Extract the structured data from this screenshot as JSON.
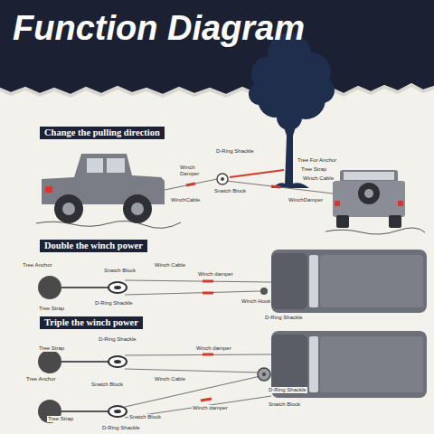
{
  "diagram": {
    "title": "Function Diagram",
    "nodes": [
      {
        "text": [
          "Change the pulling direction"
        ]
      },
      {
        "text": [
          "Double the winch power"
        ]
      },
      {
        "text": [
          "Triple the winch power"
        ]
      }
    ],
    "labels": [
      "D-Ring Shackle",
      "Tree For Anchor",
      "Tree Strap",
      "Winch Damper",
      "Winch Cable",
      "WinchCable",
      "Snatch Block",
      "WinchDamper",
      "Tree Anchor",
      "Snatch Block",
      "Winch Cable",
      "Winch damper",
      "D-Ring Shackle",
      "Tree Strap",
      "Winch Hook",
      "D-Ring Shackle",
      "D-Ring Shackle",
      "Tree Strap",
      "Winch damper",
      "Tree Anchor",
      "Snatch Block",
      "Winch Cable",
      "D-Ring Shackle",
      "Snatch Block",
      "Tree Strap",
      "Snatch Block",
      "Winch damper",
      "D-Ring Shackle"
    ]
  }
}
